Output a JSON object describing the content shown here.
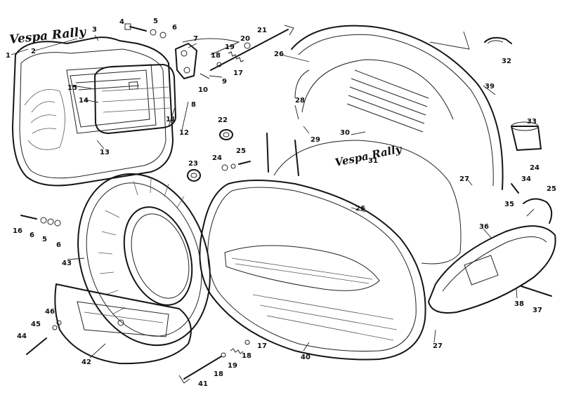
{
  "scripts": {
    "badge_left": "Vespa Rally",
    "badge_right": "Vespa Rally"
  },
  "callouts": {
    "c1": "1",
    "c2": "2",
    "c3": "3",
    "c4": "4",
    "c5a": "5",
    "c6a": "6",
    "c7": "7",
    "c8": "8",
    "c9": "9",
    "c10": "10",
    "c11": "11",
    "c12": "12",
    "c13": "13",
    "c14": "14",
    "c15": "15",
    "c16": "16",
    "c6b": "6",
    "c5b": "5",
    "c6c": "6",
    "c17a": "17",
    "c18a": "18",
    "c19a": "19",
    "c20": "20",
    "c21": "21",
    "c22": "22",
    "c23": "23",
    "c24a": "24",
    "c25a": "25",
    "c26a": "26",
    "c26b": "26",
    "c27a": "27",
    "c27b": "27",
    "c28": "28",
    "c29": "29",
    "c30": "30",
    "c31": "31",
    "c32": "32",
    "c33": "33",
    "c24b": "24",
    "c34": "34",
    "c25b": "25",
    "c35": "35",
    "c36": "36",
    "c37": "37",
    "c38": "38",
    "c39": "39",
    "c40": "40",
    "c41": "41",
    "c42": "42",
    "c43": "43",
    "c44": "44",
    "c45": "45",
    "c46": "46",
    "c17b": "17",
    "c18b": "18",
    "c18c": "18",
    "c19b": "19"
  }
}
